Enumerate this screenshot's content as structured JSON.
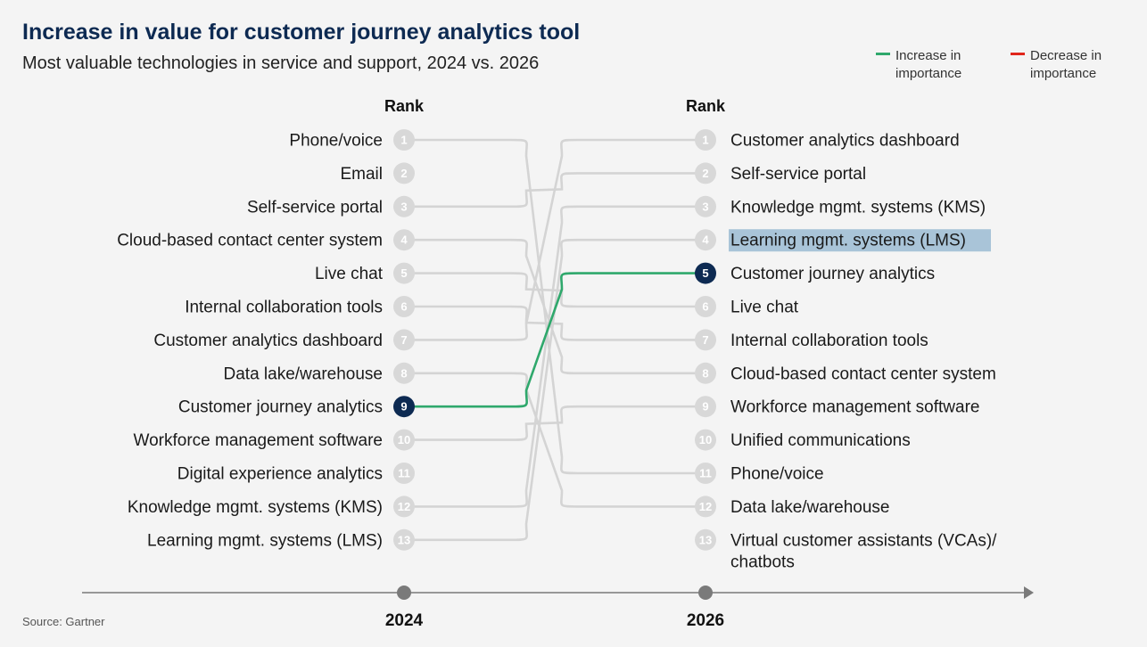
{
  "header": {
    "title": "Increase in value for customer journey analytics tool",
    "subtitle": "Most valuable technologies in service and support, 2024 vs. 2026"
  },
  "legend": {
    "items": [
      {
        "label": "Increase in importance",
        "color": "#2fa86c"
      },
      {
        "label": "Decrease in importance",
        "color": "#e0261b"
      }
    ]
  },
  "source": "Source: Gartner",
  "colors": {
    "neutral_line": "#d4d4d4",
    "neutral_badge": "#d8d8d8",
    "highlight_badge": "#0d2a52",
    "increase": "#2fa86c",
    "text_highlight_bg": "#a9c4d8",
    "axis": "#7a7a7a"
  },
  "chart_data": {
    "type": "slope",
    "rank_header": "Rank",
    "years": [
      "2024",
      "2026"
    ],
    "ranks_2024": [
      "Phone/voice",
      "Email",
      "Self-service portal",
      "Cloud-based contact center system",
      "Live chat",
      "Internal collaboration tools",
      "Customer analytics dashboard",
      "Data lake/warehouse",
      "Customer journey analytics",
      "Workforce management software",
      "Digital experience analytics",
      "Knowledge mgmt. systems (KMS)",
      "Learning mgmt. systems (LMS)"
    ],
    "ranks_2026": [
      "Customer analytics dashboard",
      "Self-service portal",
      "Knowledge mgmt. systems (KMS)",
      "Learning mgmt. systems (LMS)",
      "Customer journey analytics",
      "Live chat",
      "Internal collaboration tools",
      "Cloud-based contact center system",
      "Workforce management software",
      "Unified communications",
      "Phone/voice",
      "Data lake/warehouse",
      "Virtual customer assistants (VCAs)/ chatbots"
    ],
    "highlighted_item": "Customer journey analytics",
    "highlighted_rank_2024": 9,
    "highlighted_rank_2026": 5,
    "selected_label_2026": "Learning mgmt. systems (LMS)"
  }
}
